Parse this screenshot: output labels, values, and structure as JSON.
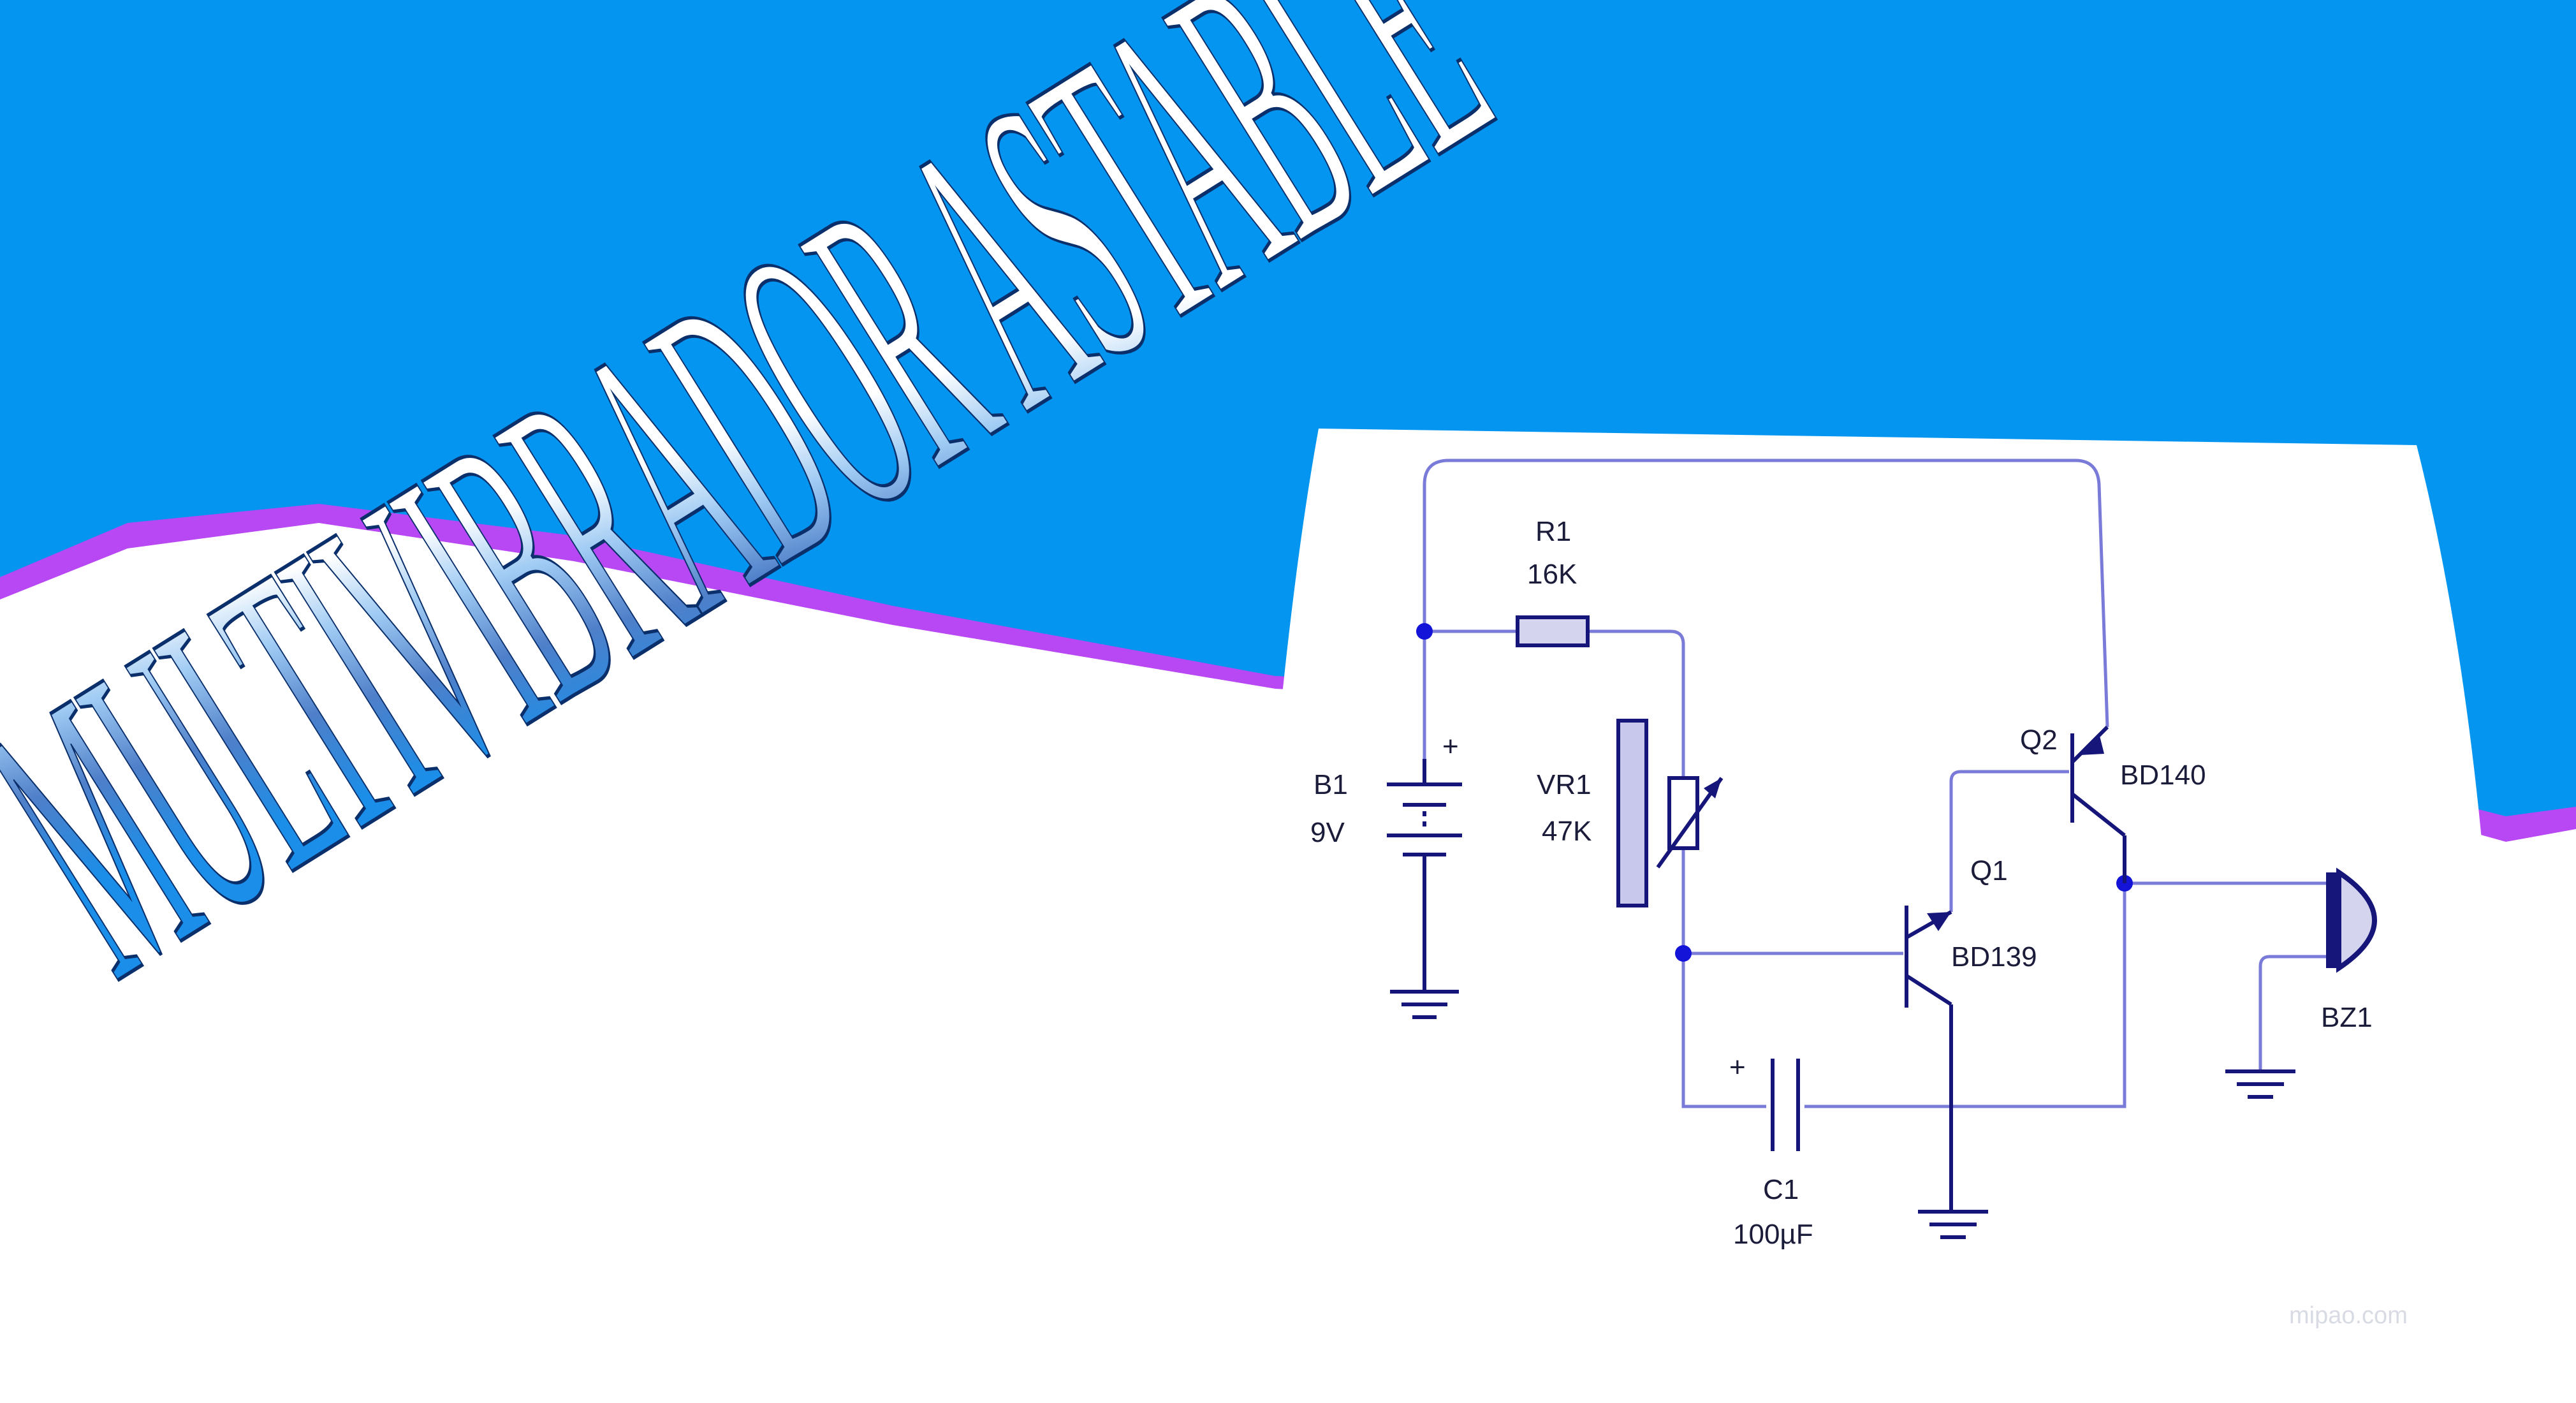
{
  "colors": {
    "background_blue": "#0395f0",
    "purple_band": "#b847f4",
    "panel": "#ffffff",
    "wire": "#7a7ad8",
    "component": "#16167a",
    "node": "#1414d8",
    "title_blue": "#1a8ee8",
    "title_white": "#ffffff"
  },
  "title": "MULTIVIBRADOR ASTABLE",
  "circuit": {
    "components": {
      "battery": {
        "ref": "B1",
        "value": "9V",
        "plus": "+"
      },
      "resistor": {
        "ref": "R1",
        "value": "16K"
      },
      "potentiometer": {
        "ref": "VR1",
        "value": "47K"
      },
      "capacitor": {
        "ref": "C1",
        "value": "100µF",
        "plus": "+"
      },
      "transistor_q1": {
        "ref": "Q1",
        "part": "BD139"
      },
      "transistor_q2": {
        "ref": "Q2",
        "part": "BD140"
      },
      "buzzer": {
        "ref": "BZ1"
      }
    },
    "watermark": "mipao.com"
  }
}
